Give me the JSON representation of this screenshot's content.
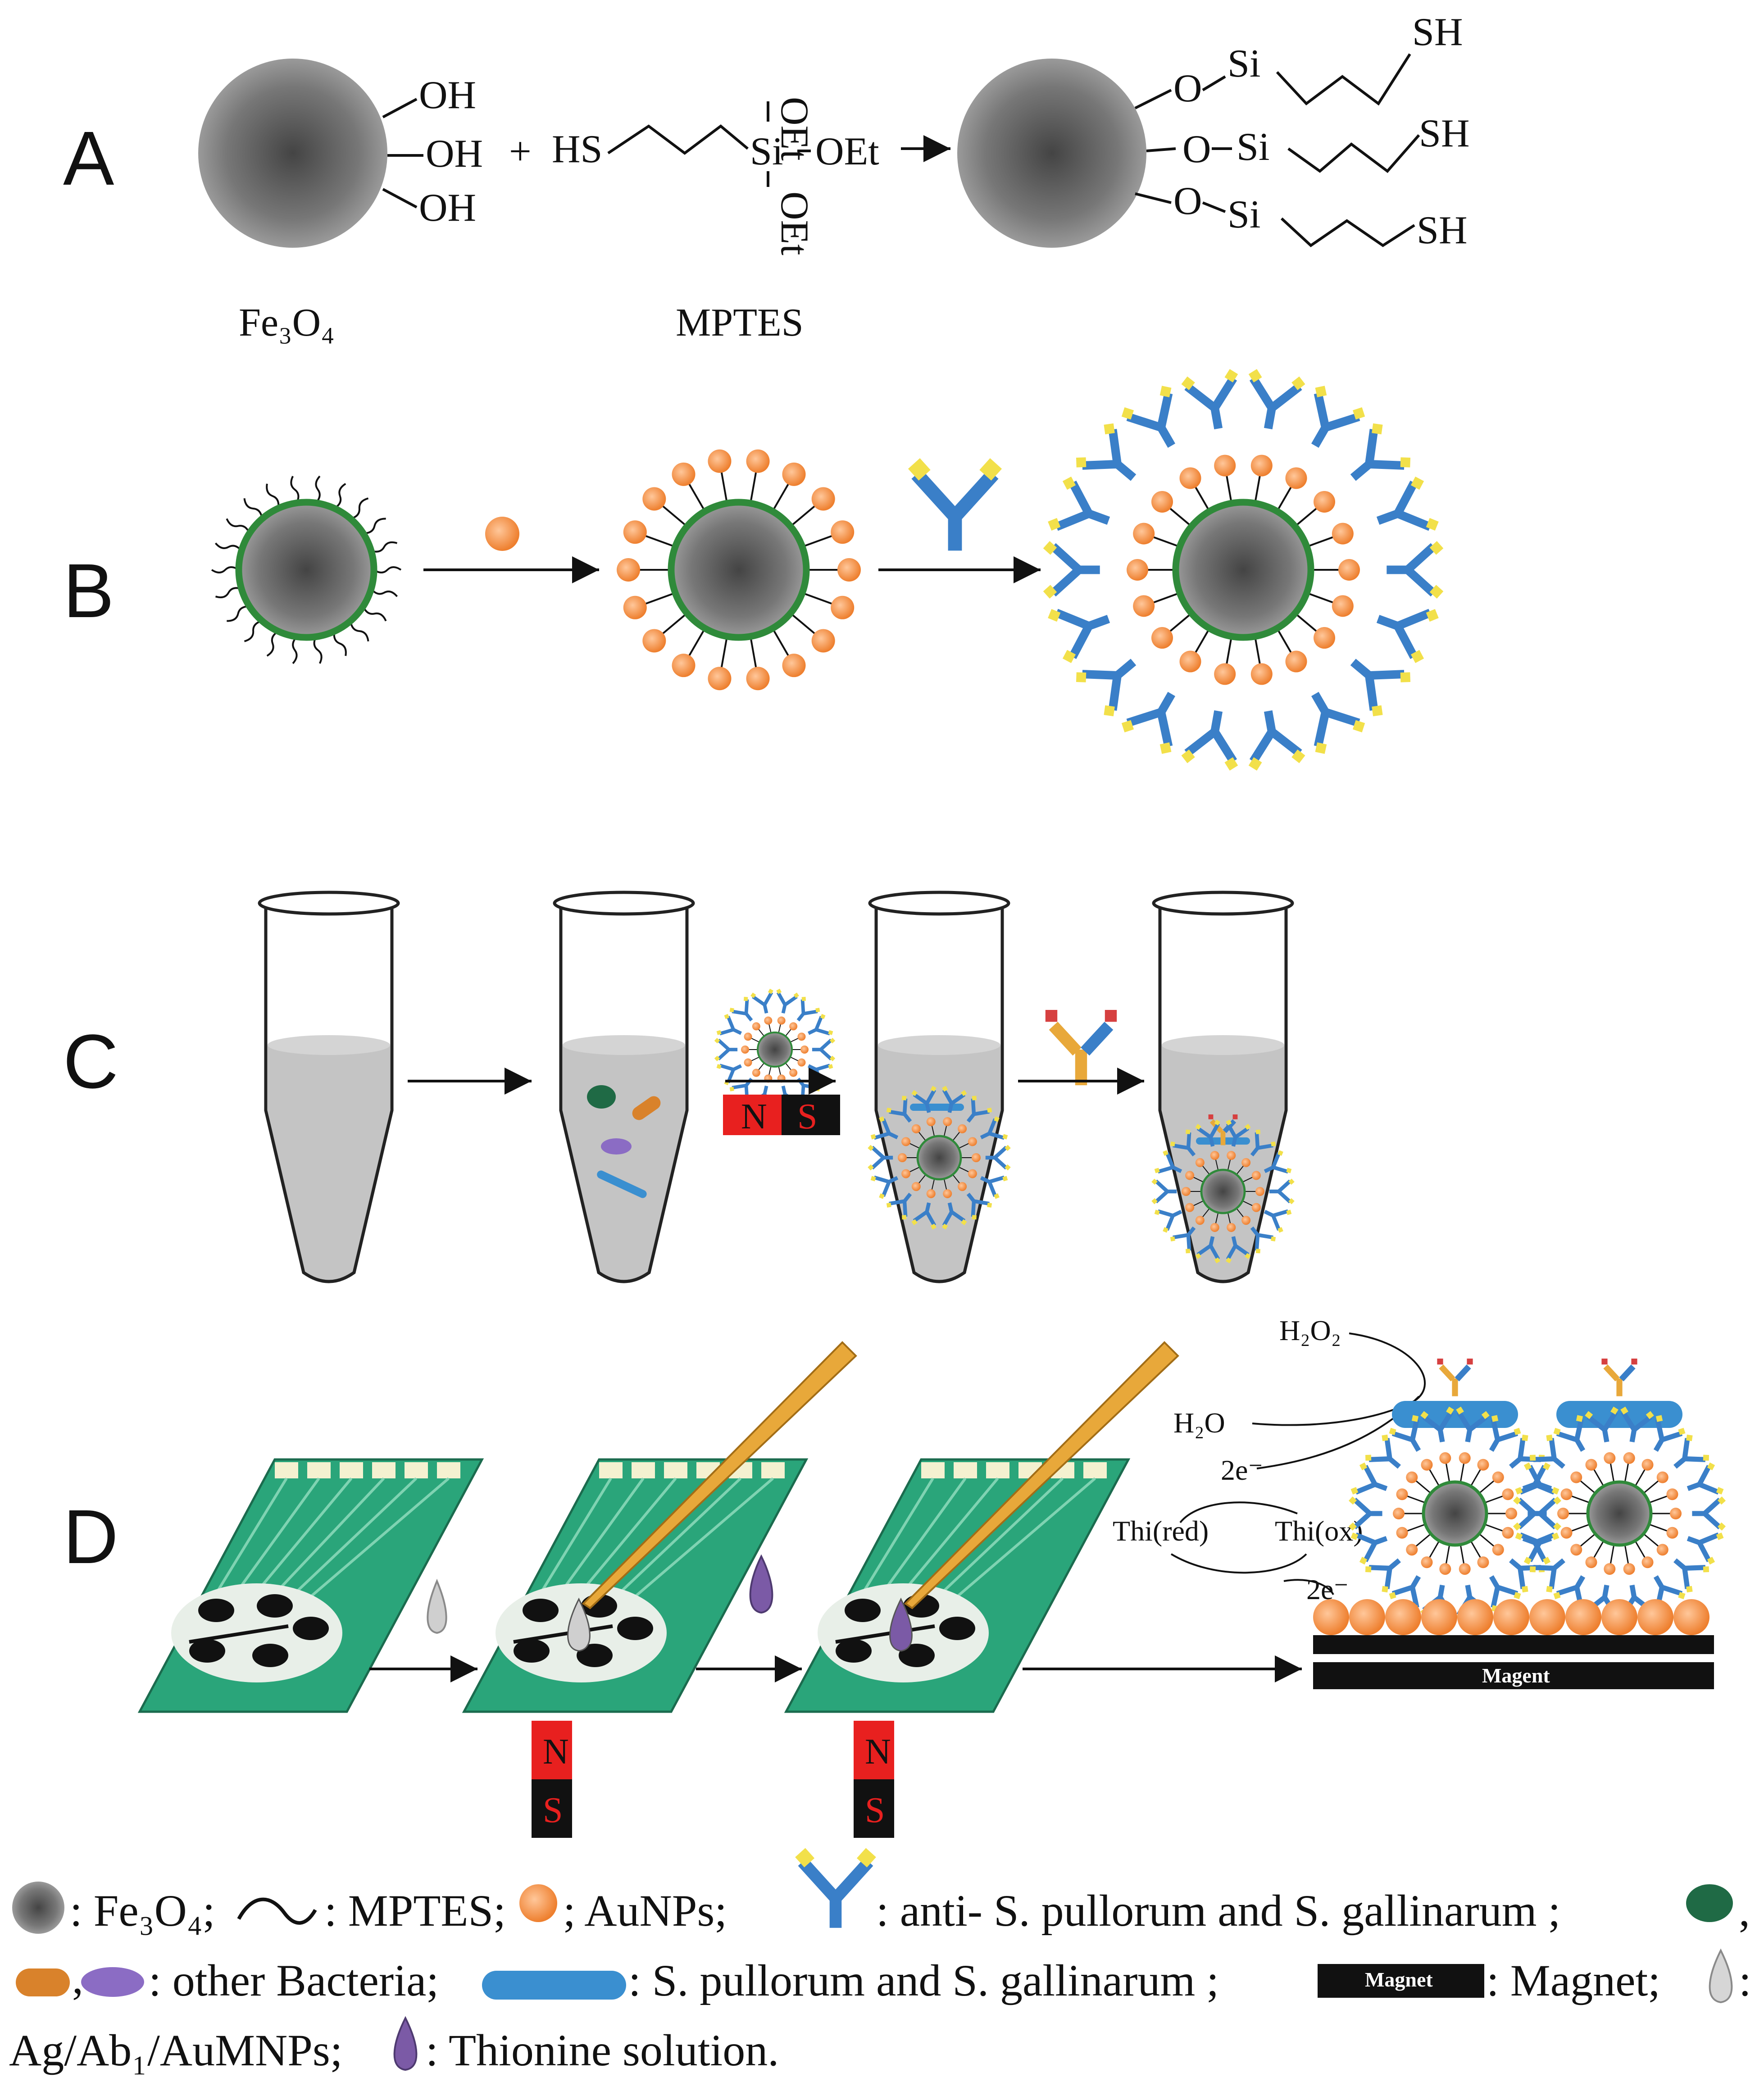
{
  "panels": {
    "A": "A",
    "B": "B",
    "C": "C",
    "D": "D"
  },
  "panel_a": {
    "oh": "OH",
    "plus": "+",
    "hs": "HS",
    "si": "Si",
    "oet": "OEt",
    "arrow": "→",
    "o": "O",
    "sh": "SH",
    "fe3o4_label": "Fe₃O₄",
    "mptes_label": "MPTES"
  },
  "panel_c": {
    "magnet_n": "N",
    "magnet_s": "S"
  },
  "panel_d": {
    "h2o2": "H₂O₂",
    "h2o": "H₂O",
    "two_e_top": "2e⁻",
    "two_e_bottom": "2e⁻",
    "thi_red": "Thi(red)",
    "thi_ox": "Thi(ox)",
    "magent_bar": "Magent",
    "magnet_n": "N",
    "magnet_s": "S"
  },
  "legend": {
    "fe3o4": ": Fe₃O₄;",
    "mptes": ": MPTES;",
    "aunps": "; AuNPs;",
    "antibody": ": anti- S. pullorum and S. gallinarum ;",
    "comma": ",",
    "other_bacteria": ": other Bacteria;",
    "target_bacteria": ": S. pullorum and S. gallinarum ;",
    "magnet_chip": "Magnet",
    "magnet": ": Magnet;",
    "ag_ab": "Ag/Ab₁/AuMNPs;",
    "thionine": ": Thionine solution."
  },
  "colors": {
    "core": "#5f5f5f",
    "shell": "#2f8a3a",
    "aunp": "#f39a4a",
    "antibody": "#3a7fc8",
    "antibody_tip": "#f2e04a",
    "bacteria_target": "#3a8fd0",
    "bacteria_green": "#1f6a45",
    "bacteria_orange": "#d9822b",
    "bacteria_purple": "#8b6cc4",
    "magnet_red": "#e8201f",
    "magnet_black": "#111111",
    "electrode": "#2aa57a",
    "pipette": "#e8a83a",
    "thionine": "#7b5aa6"
  }
}
